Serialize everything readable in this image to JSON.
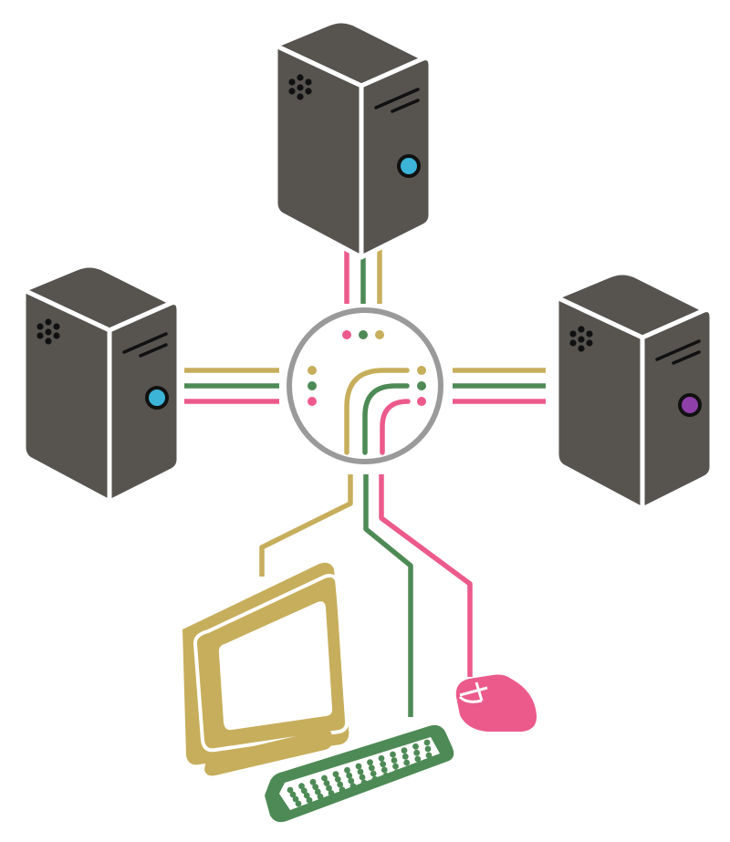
{
  "colors": {
    "background": "#ffffff",
    "tower_body": "#575450",
    "tower_outline": "#ffffff",
    "tower_detail": "#111111",
    "switch_ring": "#9a9a9a",
    "video_cable": "#c7ae5c",
    "keyboard_cable": "#4e8a56",
    "mouse_cable": "#ec5a8c",
    "monitor": "#c7ae5c",
    "keyboard": "#4e8a56",
    "mouse": "#ec5a8c"
  },
  "computers": [
    {
      "name": "top",
      "power_led": "#3bb4d8"
    },
    {
      "name": "left",
      "power_led": "#3bb4d8"
    },
    {
      "name": "right",
      "power_led": "#8e3fa8"
    }
  ],
  "icons": {
    "computer": "tower-computer-icon",
    "switch": "kvm-switch-icon",
    "monitor": "monitor-icon",
    "keyboard": "keyboard-icon",
    "mouse": "mouse-icon"
  }
}
